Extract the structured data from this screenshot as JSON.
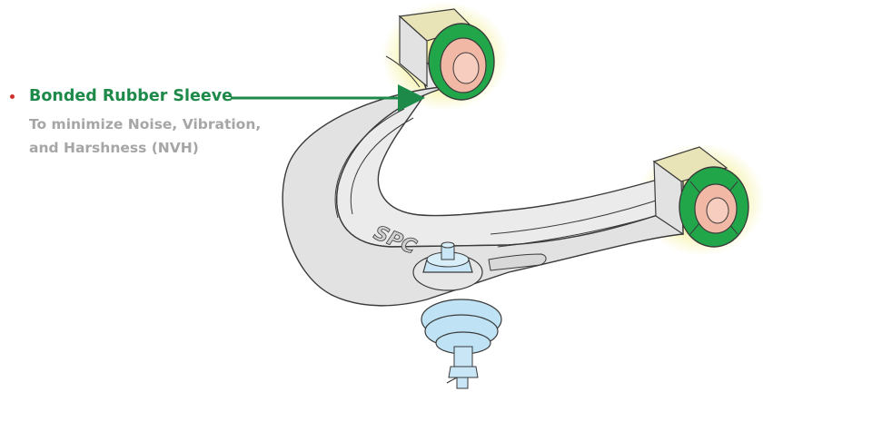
{
  "callout": {
    "title": "Bonded Rubber Sleeve",
    "subtitle_line1": "To minimize Noise, Vibration,",
    "subtitle_line2": "and Harshness (NVH)"
  },
  "logo_text": "SPC",
  "colors": {
    "accent_green": "#1e8a4a",
    "bullet_red": "#d0312d",
    "subtitle_gray": "#a6a6a6",
    "arm_fill": "#ebebeb",
    "outline": "#3a3a3a",
    "bushing_green": "#22a64a",
    "sleeve_pink": "#f2b8a6",
    "glow_yellow": "#f5f2a6",
    "ball_joint_blue": "#bfe3f5",
    "nut_blue": "#c8e6f5"
  }
}
